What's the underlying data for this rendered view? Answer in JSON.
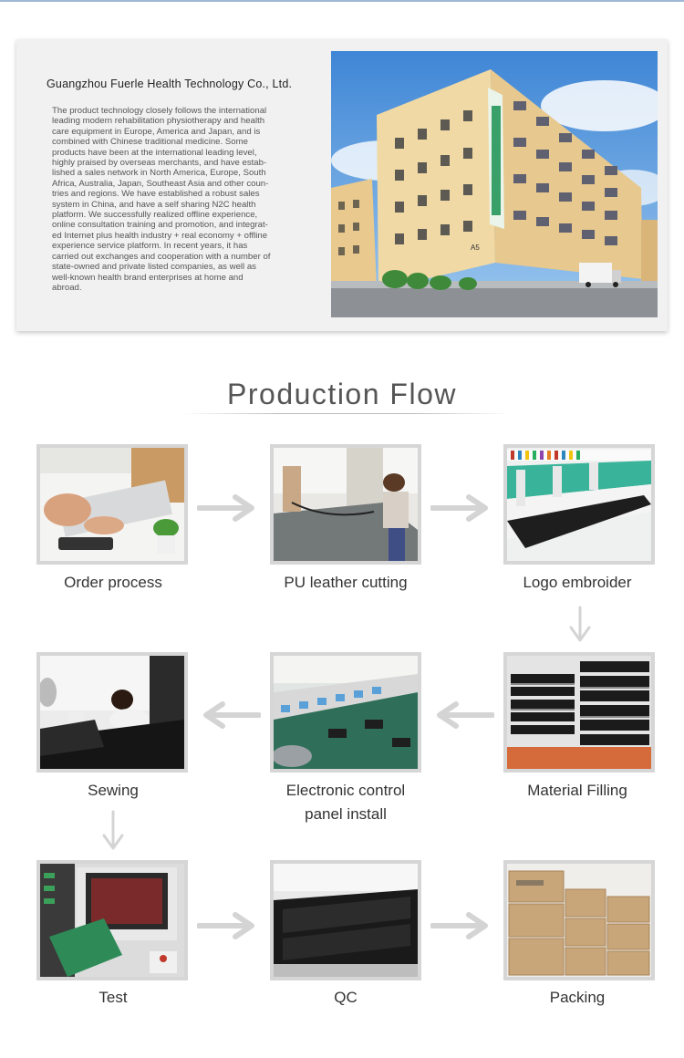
{
  "company": {
    "name": "Guangzhou Fuerle Health Technology Co., Ltd.",
    "description_lines": [
      "The product technology closely follows the international",
      "leading modern rehabilitation physiotherapy and health",
      "care equipment in Europe, America and Japan, and is",
      "combined with Chinese traditional medicine. Some",
      "products have been at the international leading level,",
      "highly praised by overseas merchants, and have estab-",
      "lished a sales network in North America, Europe, South",
      "Africa, Australia, Japan, Southeast Asia and other coun-",
      "tries and regions. We have established a robust sales",
      "system in China, and have a self sharing N2C health",
      "platform. We successfully realized offline experience,",
      "online consultation training and promotion, and integrat-",
      "ed Internet plus health industry + real economy + offline",
      "experience service platform. In recent years, it has",
      "carried out exchanges and cooperation with a number of",
      "state-owned and private listed companies, as well as",
      "well-known health brand enterprises at home and",
      "abroad."
    ],
    "building_sign": "A5"
  },
  "flow": {
    "title": "Production Flow",
    "steps": [
      {
        "id": "order",
        "label_lines": [
          "Order process"
        ]
      },
      {
        "id": "cutting",
        "label_lines": [
          "PU leather cutting"
        ]
      },
      {
        "id": "embroider",
        "label_lines": [
          "Logo embroider"
        ]
      },
      {
        "id": "filling",
        "label_lines": [
          "Material Filling"
        ]
      },
      {
        "id": "panel",
        "label_lines": [
          "Electronic control",
          "panel install"
        ]
      },
      {
        "id": "sewing",
        "label_lines": [
          "Sewing"
        ]
      },
      {
        "id": "test",
        "label_lines": [
          "Test"
        ]
      },
      {
        "id": "qc",
        "label_lines": [
          "QC"
        ]
      },
      {
        "id": "packing",
        "label_lines": [
          "Packing"
        ]
      }
    ]
  },
  "colors": {
    "arrow": "#d4d4d4",
    "photo_frame": "#d6d6d6",
    "card_bg": "#f1f1f1",
    "sky": "#6aa6dc"
  }
}
